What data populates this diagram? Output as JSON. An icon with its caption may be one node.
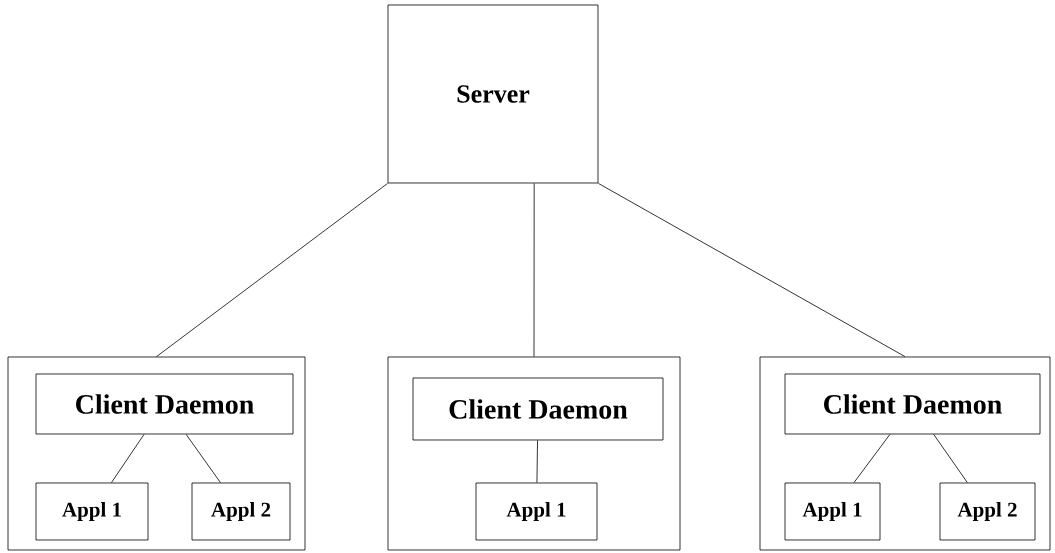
{
  "diagram": {
    "nodes": [
      {
        "text": [
          "Server"
        ]
      },
      {
        "text": [],
        "shape": "box"
      },
      {
        "text": [
          "Client Daemon"
        ],
        "in": 1
      },
      {
        "text": [
          "Appl 1"
        ],
        "in": 1
      },
      {
        "text": [
          "Appl 2"
        ],
        "in": 1
      },
      {
        "text": [],
        "shape": "box"
      },
      {
        "text": [
          "Client Daemon"
        ],
        "in": 5
      },
      {
        "text": [
          "Appl 1"
        ],
        "in": 5
      },
      {
        "text": [],
        "shape": "box"
      },
      {
        "text": [
          "Client Daemon"
        ],
        "in": 8
      },
      {
        "text": [
          "Appl 1"
        ],
        "in": 8
      },
      {
        "text": [
          "Appl 2"
        ],
        "in": 8
      }
    ],
    "edges": [
      {
        "from": 0,
        "to": 1,
        "arrow": "none"
      },
      {
        "from": 0,
        "to": 5,
        "arrow": "none"
      },
      {
        "from": 0,
        "to": 8,
        "arrow": "none"
      },
      {
        "from": 2,
        "to": 3,
        "arrow": "none"
      },
      {
        "from": 2,
        "to": 4,
        "arrow": "none"
      },
      {
        "from": 6,
        "to": 7,
        "arrow": "none"
      },
      {
        "from": 9,
        "to": 10,
        "arrow": "none"
      },
      {
        "from": 9,
        "to": 11,
        "arrow": "none"
      }
    ]
  }
}
